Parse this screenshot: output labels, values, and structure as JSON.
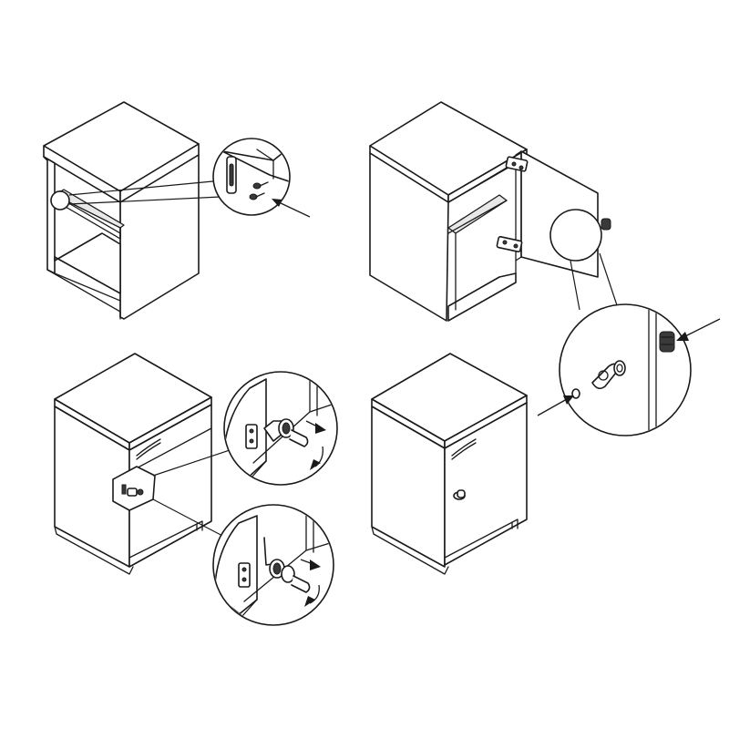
{
  "diagram": {
    "steps": [
      {
        "id": "step-1"
      },
      {
        "id": "step-2"
      },
      {
        "id": "step-3"
      },
      {
        "id": "step-4"
      }
    ],
    "callouts": 5,
    "line_color": "#1a1a1a",
    "fill_color": "#ffffff"
  }
}
